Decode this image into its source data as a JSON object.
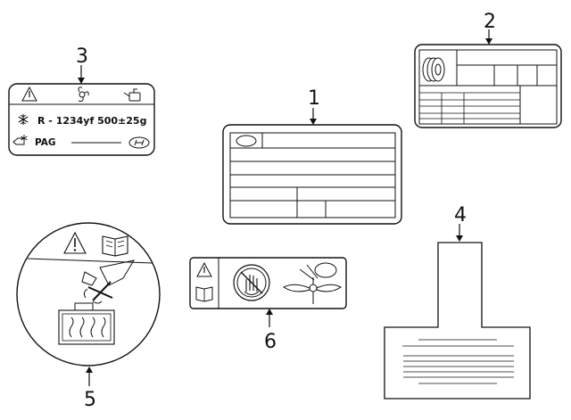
{
  "callouts": [
    {
      "id": "1",
      "text": "1"
    },
    {
      "id": "2",
      "text": "2"
    },
    {
      "id": "3",
      "text": "3"
    },
    {
      "id": "4",
      "text": "4"
    },
    {
      "id": "5",
      "text": "5"
    },
    {
      "id": "6",
      "text": "6"
    }
  ],
  "label3": {
    "refrigerant": "R - 1234yf  500±25g",
    "oil": "PAG"
  },
  "icons": [
    "warning-triangle-icon",
    "fan-icon",
    "oil-can-icon",
    "snowflake-icon",
    "manual-book-icon",
    "no-hand-icon",
    "fan-blade-hand-icon",
    "heat-radiator-icon",
    "brand-logo-icon",
    "tire-roll-icon"
  ]
}
